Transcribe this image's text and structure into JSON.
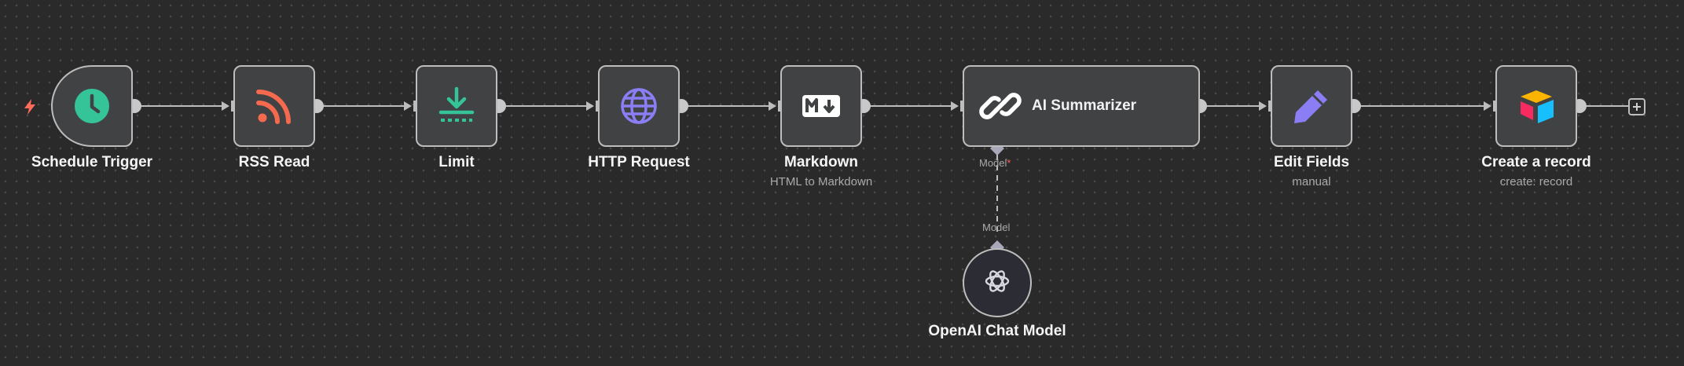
{
  "canvas": {
    "background": "#2a2a2a"
  },
  "nodes": [
    {
      "id": "schedule-trigger",
      "title": "Schedule Trigger",
      "subtitle": "",
      "icon": "clock-icon",
      "color": "#35c498"
    },
    {
      "id": "rss-read",
      "title": "RSS Read",
      "subtitle": "",
      "icon": "rss-icon",
      "color": "#f5694e"
    },
    {
      "id": "limit",
      "title": "Limit",
      "subtitle": "",
      "icon": "download-limit-icon",
      "color": "#35c498"
    },
    {
      "id": "http-request",
      "title": "HTTP Request",
      "subtitle": "",
      "icon": "globe-icon",
      "color": "#8b7ef5"
    },
    {
      "id": "markdown",
      "title": "Markdown",
      "subtitle": "HTML to Markdown",
      "icon": "markdown-icon",
      "color": "#ffffff"
    },
    {
      "id": "ai-summarizer",
      "title": "AI Summarizer",
      "subtitle": "",
      "icon": "chain-link-icon",
      "color": "#ffffff"
    },
    {
      "id": "edit-fields",
      "title": "Edit Fields",
      "subtitle": "manual",
      "icon": "pencil-icon",
      "color": "#8b7ef5"
    },
    {
      "id": "create-record",
      "title": "Create a record",
      "subtitle": "create: record",
      "icon": "airtable-icon",
      "color": "#fcb400"
    }
  ],
  "sub_node": {
    "title": "OpenAI Chat Model",
    "icon": "openai-icon"
  },
  "ports": {
    "model_input_label": "Model",
    "model_required_mark": "*",
    "model_output_label": "Model"
  },
  "colors": {
    "wire": "#bdbdbd",
    "accent_trigger": "#ff6d5a"
  }
}
